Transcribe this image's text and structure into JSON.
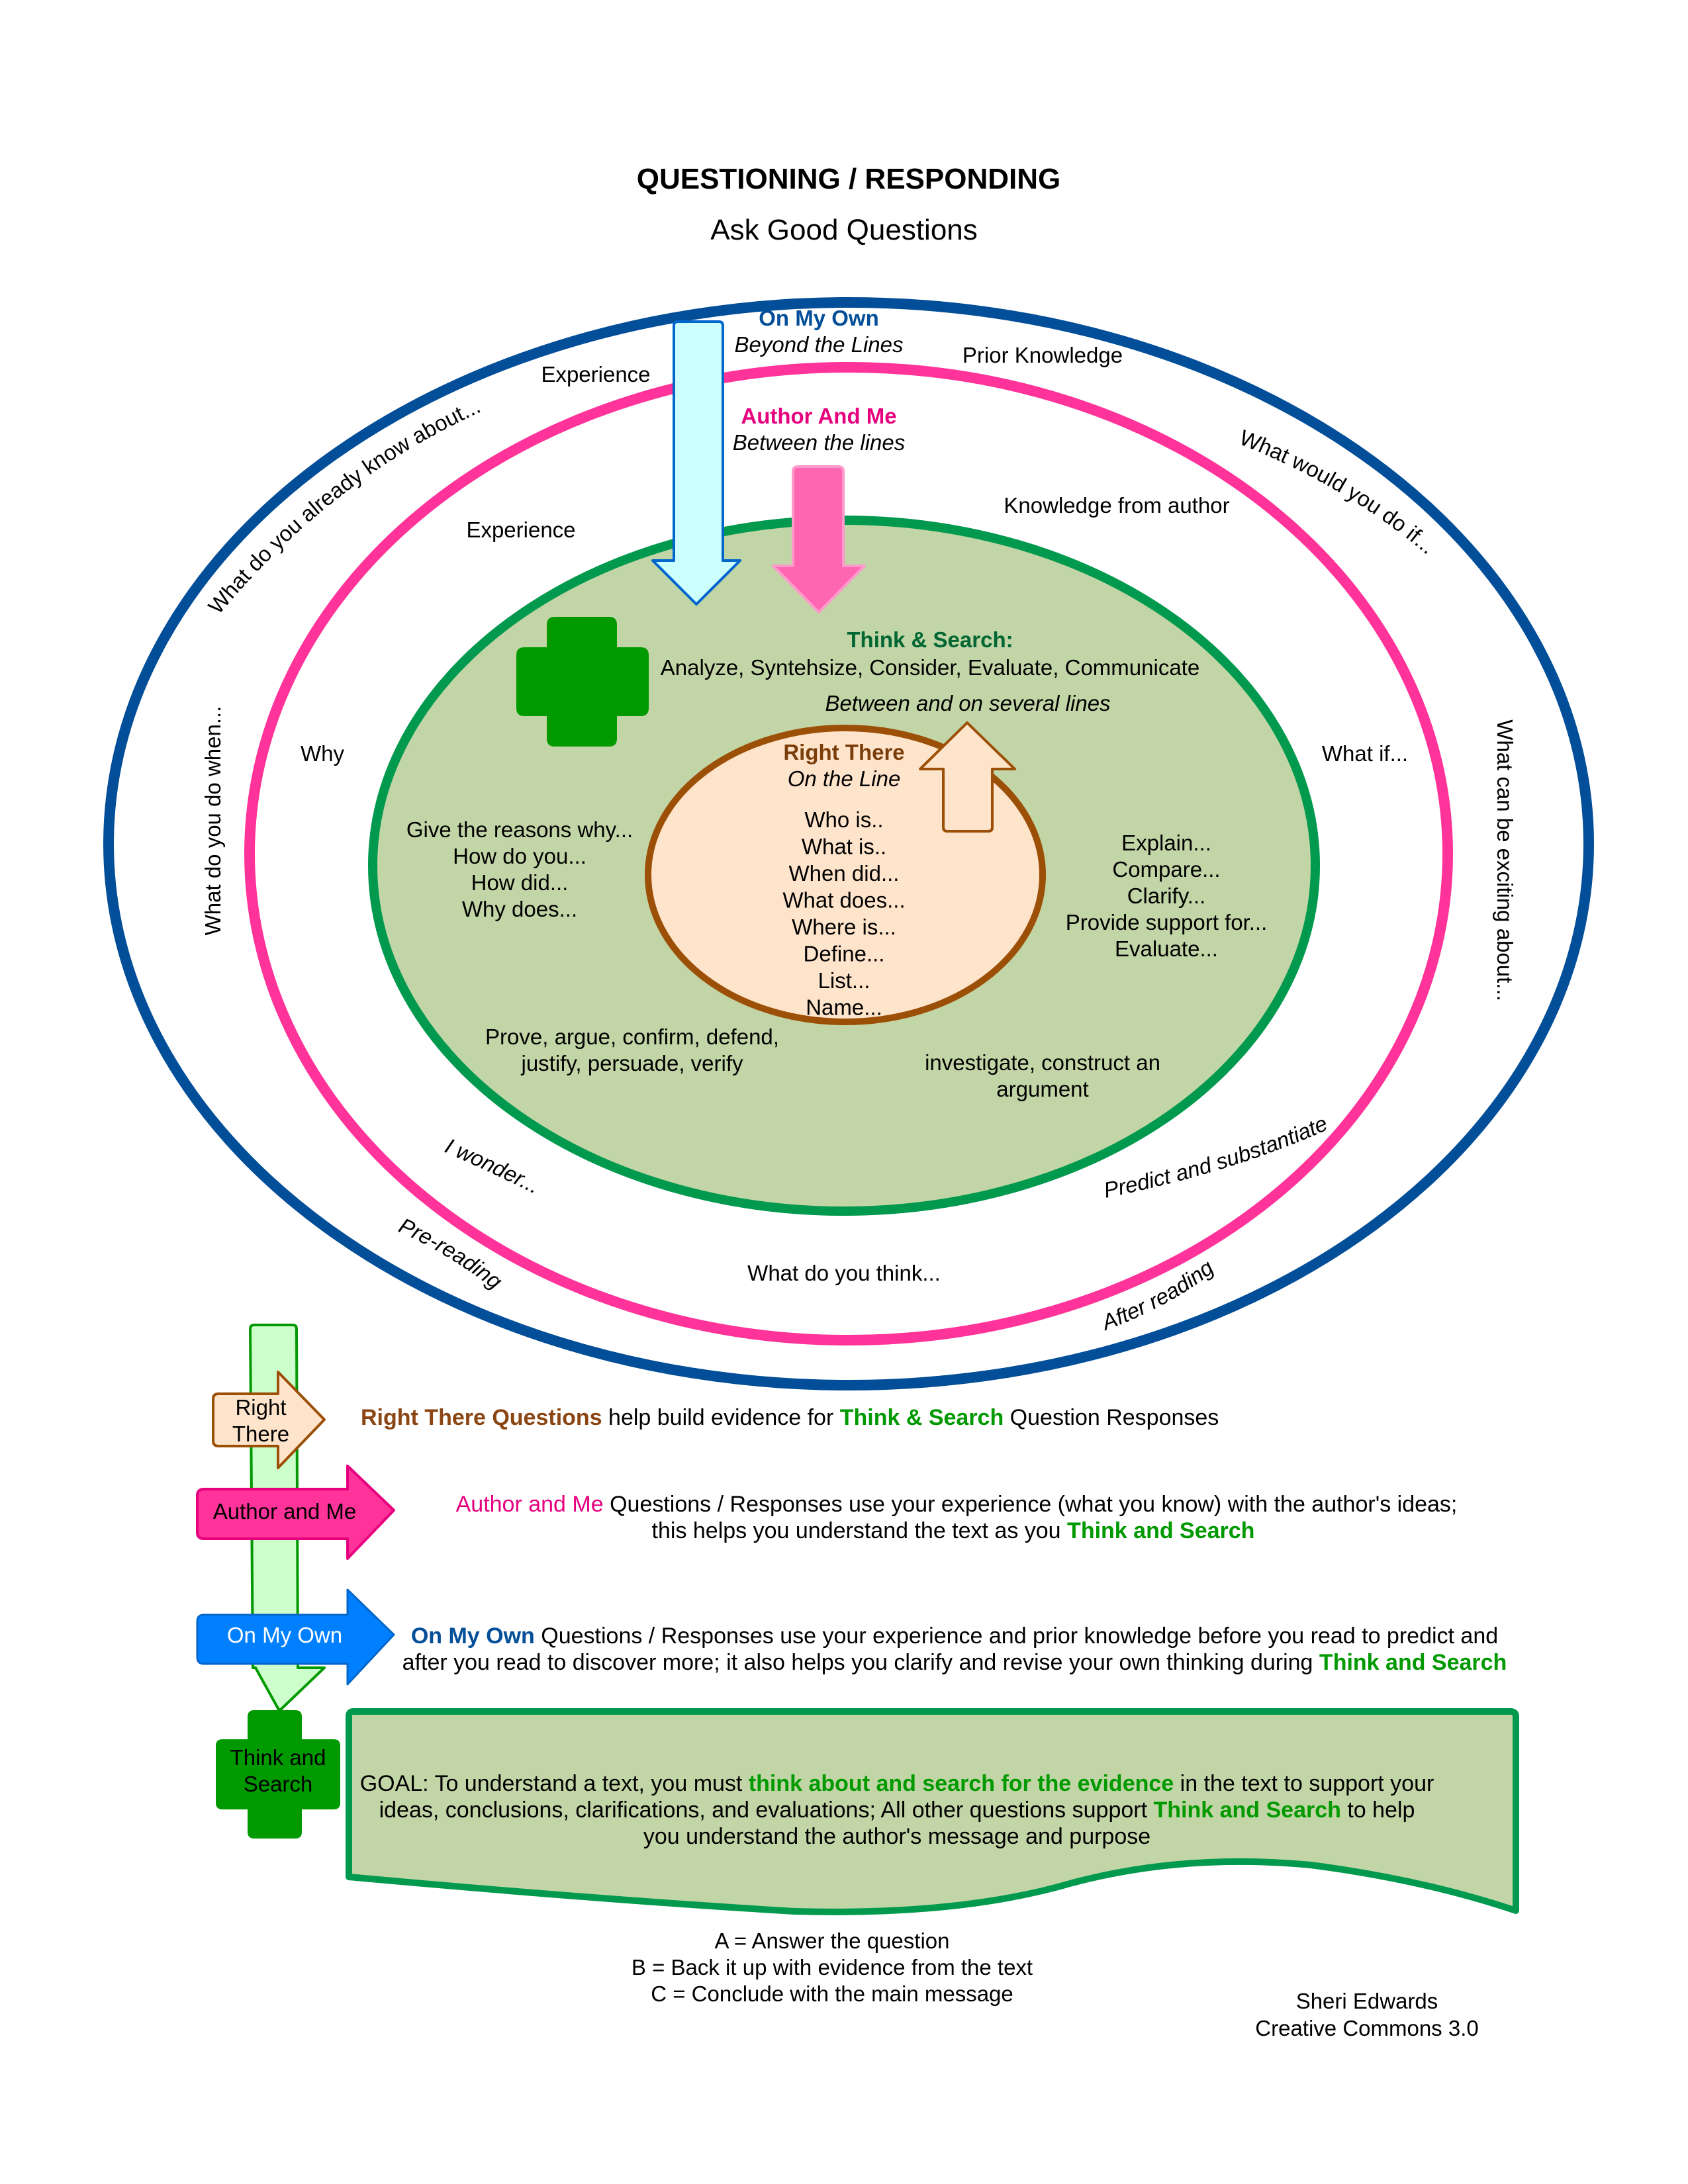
{
  "header": {
    "title": "QUESTIONING / RESPONDING",
    "subtitle": "Ask Good Questions"
  },
  "colors": {
    "outer_ring": "#034E98",
    "middle_ring": "#FF3399",
    "inner_ring": "#00994D",
    "inner_fill": "#C2D5A6",
    "core_ring": "#9C4F06",
    "core_fill": "#FFE4CC",
    "on_my_own_text": "#034E98",
    "author_and_me_text": "#E6007E",
    "think_search_text": "#006633",
    "think_search_green": "#009900",
    "right_there_text": "#8B4513",
    "cyan_arrow_fill": "#CCFFFF",
    "cyan_arrow_stroke": "#0066CC",
    "pink_arrow_fill": "#FF66B2",
    "blue_arrow_fill": "#0080FF",
    "magenta_arrow_fill": "#FF3399",
    "light_green_arrow_fill": "#CCFFCC"
  },
  "outer_ring": {
    "title": "On My Own",
    "subtitle": "Beyond the Lines",
    "labels": {
      "experience": "Experience",
      "prior_knowledge": "Prior Knowledge",
      "already_know": "What do you already know about...",
      "would_you_do": "What would you do if...",
      "do_when": "What do you do when...",
      "exciting": "What can be exciting about...",
      "pre_reading": "Pre-reading",
      "after_reading": "After reading"
    }
  },
  "middle_ring": {
    "title": "Author And Me",
    "subtitle": "Between the lines",
    "labels": {
      "experience": "Experience",
      "knowledge_from_author": "Knowledge from author",
      "why": "Why",
      "what_if": "What if...",
      "i_wonder": "I wonder...",
      "predict": "Predict and substantiate",
      "what_do_you_think": "What do you think..."
    }
  },
  "inner_ring": {
    "title": "Think & Search:",
    "verbs": "Analyze, Syntehsize, Consider, Evaluate, Communicate",
    "subtitle": "Between and on several lines",
    "left_questions": [
      "Give the reasons why...",
      "How do you...",
      "How did...",
      "Why does..."
    ],
    "right_questions": [
      "Explain...",
      "Compare...",
      "Clarify...",
      "Provide support for...",
      "Evaluate..."
    ],
    "bottom_left": [
      "Prove, argue, confirm, defend,",
      "justify, persuade, verify"
    ],
    "bottom_right": [
      "investigate, construct an",
      "argument"
    ]
  },
  "core": {
    "title": "Right There",
    "subtitle": "On the Line",
    "questions": [
      "Who is..",
      "What is..",
      "When did...",
      "What does...",
      "Where is...",
      "Define...",
      "List...",
      "Name..."
    ]
  },
  "legend": {
    "right_there": {
      "icon_label_1": "Right",
      "icon_label_2": "There",
      "lead": "Right There Questions",
      "mid": " help build evidence for ",
      "highlight": "Think & Search",
      "tail": " Question Responses"
    },
    "author_and_me": {
      "icon_label": "Author and Me",
      "lead": "Author and Me",
      "line1_rest": " Questions / Responses use your experience (what you know) with the author's ideas;",
      "line2": "this helps you understand the text as you ",
      "highlight": "Think and Search"
    },
    "on_my_own": {
      "icon_label": "On My Own",
      "lead": "On My Own",
      "line1_rest": " Questions / Responses use your experience and prior knowledge before you read to predict and",
      "line2": "after you read to discover more; it also helps you clarify and revise your own thinking during ",
      "highlight": "Think and Search"
    },
    "think_and_search": {
      "icon_label_1": "Think and",
      "icon_label_2": "Search"
    }
  },
  "goal": {
    "l1_a": "GOAL: To understand a text, you must ",
    "l1_b": "think about and search for the evidence",
    "l1_c": " in the text to support your",
    "l2_a": "ideas, conclusions, clarifications, and evaluations; All other questions support ",
    "l2_b": "Think and Search",
    "l2_c": " to help",
    "l3": "you understand the author's message and purpose"
  },
  "abc": [
    "A = Answer the question",
    "B = Back it up with evidence from the text",
    "C = Conclude with the main message"
  ],
  "credit": {
    "author": "Sheri Edwards",
    "license": "Creative Commons 3.0"
  }
}
